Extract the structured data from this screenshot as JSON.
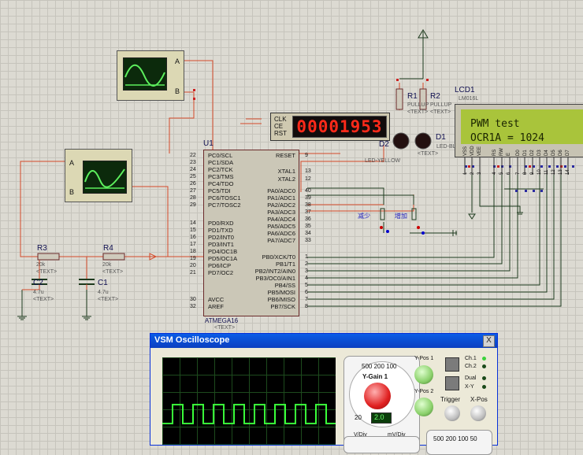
{
  "mcu": {
    "ref": "U1",
    "part": "ATMEGA16",
    "text": "<TEXT>",
    "left_pins": [
      {
        "num": "22",
        "name": "PC0/SCL"
      },
      {
        "num": "23",
        "name": "PC1/SDA"
      },
      {
        "num": "24",
        "name": "PC2/TCK"
      },
      {
        "num": "25",
        "name": "PC3/TMS"
      },
      {
        "num": "26",
        "name": "PC4/TDO"
      },
      {
        "num": "27",
        "name": "PC5/TDI"
      },
      {
        "num": "28",
        "name": "PC6/TOSC1"
      },
      {
        "num": "29",
        "name": "PC7/TOSC2"
      },
      {
        "num": "14",
        "name": "PD0/RXD"
      },
      {
        "num": "15",
        "name": "PD1/TXD"
      },
      {
        "num": "16",
        "name": "PD2/INT0"
      },
      {
        "num": "17",
        "name": "PD3/INT1"
      },
      {
        "num": "18",
        "name": "PD4/OC1B"
      },
      {
        "num": "19",
        "name": "PD5/OC1A"
      },
      {
        "num": "20",
        "name": "PD6/ICP"
      },
      {
        "num": "21",
        "name": "PD7/OC2"
      },
      {
        "num": "30",
        "name": "AVCC"
      },
      {
        "num": "32",
        "name": "AREF"
      }
    ],
    "right_pins": [
      {
        "num": "9",
        "name": "RESET"
      },
      {
        "num": "13",
        "name": "XTAL1"
      },
      {
        "num": "12",
        "name": "XTAL2"
      },
      {
        "num": "40",
        "name": "PA0/ADC0"
      },
      {
        "num": "39",
        "name": "PA1/ADC1"
      },
      {
        "num": "38",
        "name": "PA2/ADC2"
      },
      {
        "num": "37",
        "name": "PA3/ADC3"
      },
      {
        "num": "36",
        "name": "PA4/ADC4"
      },
      {
        "num": "35",
        "name": "PA5/ADC5"
      },
      {
        "num": "34",
        "name": "PA6/ADC6"
      },
      {
        "num": "33",
        "name": "PA7/ADC7"
      },
      {
        "num": "1",
        "name": "PB0/XCK/T0"
      },
      {
        "num": "2",
        "name": "PB1/T1"
      },
      {
        "num": "3",
        "name": "PB2/INT2/AIN0"
      },
      {
        "num": "4",
        "name": "PB3/OC0/AIN1"
      },
      {
        "num": "5",
        "name": "PB4/SS"
      },
      {
        "num": "6",
        "name": "PB5/MOSI"
      },
      {
        "num": "7",
        "name": "PB6/MISO"
      },
      {
        "num": "8",
        "name": "PB7/SCK"
      }
    ]
  },
  "counter": {
    "display": "00001953",
    "pins": [
      "CLK",
      "CE",
      "RST"
    ]
  },
  "lcd": {
    "ref": "LCD1",
    "part": "LM016L",
    "line1": "PWM test",
    "line2": "OCR1A = 1024",
    "pins": [
      "VSS",
      "VDD",
      "VEE",
      "RS",
      "RW",
      "E",
      "D0",
      "D1",
      "D2",
      "D3",
      "D4",
      "D5",
      "D6",
      "D7"
    ],
    "pin_numbers": [
      "1",
      "2",
      "3",
      "4",
      "5",
      "6",
      "7",
      "8",
      "9",
      "10",
      "11",
      "12",
      "13",
      "14"
    ]
  },
  "resistors": [
    {
      "ref": "R1",
      "value": "PULLUP",
      "text": "<TEXT>"
    },
    {
      "ref": "R2",
      "value": "PULLUP",
      "text": "<TEXT>"
    },
    {
      "ref": "R3",
      "value": "20k",
      "text": "<TEXT>"
    },
    {
      "ref": "R4",
      "value": "20k",
      "text": "<TEXT>"
    }
  ],
  "capacitors": [
    {
      "ref": "C2",
      "value": "4.7u",
      "text": "<TEXT>"
    },
    {
      "ref": "C1",
      "value": "4.7u",
      "text": "<TEXT>"
    }
  ],
  "leds": [
    {
      "ref": "D2",
      "value": "LED-YELLOW"
    },
    {
      "ref": "D1",
      "value": "LED-BLUE",
      "text": "<TEXT>"
    }
  ],
  "switches": [
    {
      "label": "减少"
    },
    {
      "label": "增加"
    }
  ],
  "virtual_scope": {
    "channel_a": "A",
    "channel_b": "B"
  },
  "oscilloscope": {
    "title": "VSM Oscilloscope",
    "close": "X",
    "ygain_title": "Y-Gain 1",
    "ygain_scale": "500 200 100",
    "ypos1": "Y-Pos 1",
    "ypos2": "Y-Pos 2",
    "ch1": "Ch.1",
    "ch2": "Ch.2",
    "dual": "Dual",
    "xy": "X-Y",
    "trigger": "Trigger",
    "xpos": "X-Pos",
    "scale_20": "20",
    "gain_value": "2.0",
    "v_div": "V/Div",
    "mv_div": "mV/Div",
    "second_scale": "500 200 100 50"
  },
  "colors": {
    "wire": "#d44a2a",
    "wire_bus": "#1a3a1a",
    "wire_blue": "#2a2aa0",
    "lcd_glass": "#a9c43b",
    "counter_digits": "#ff2a1a"
  }
}
